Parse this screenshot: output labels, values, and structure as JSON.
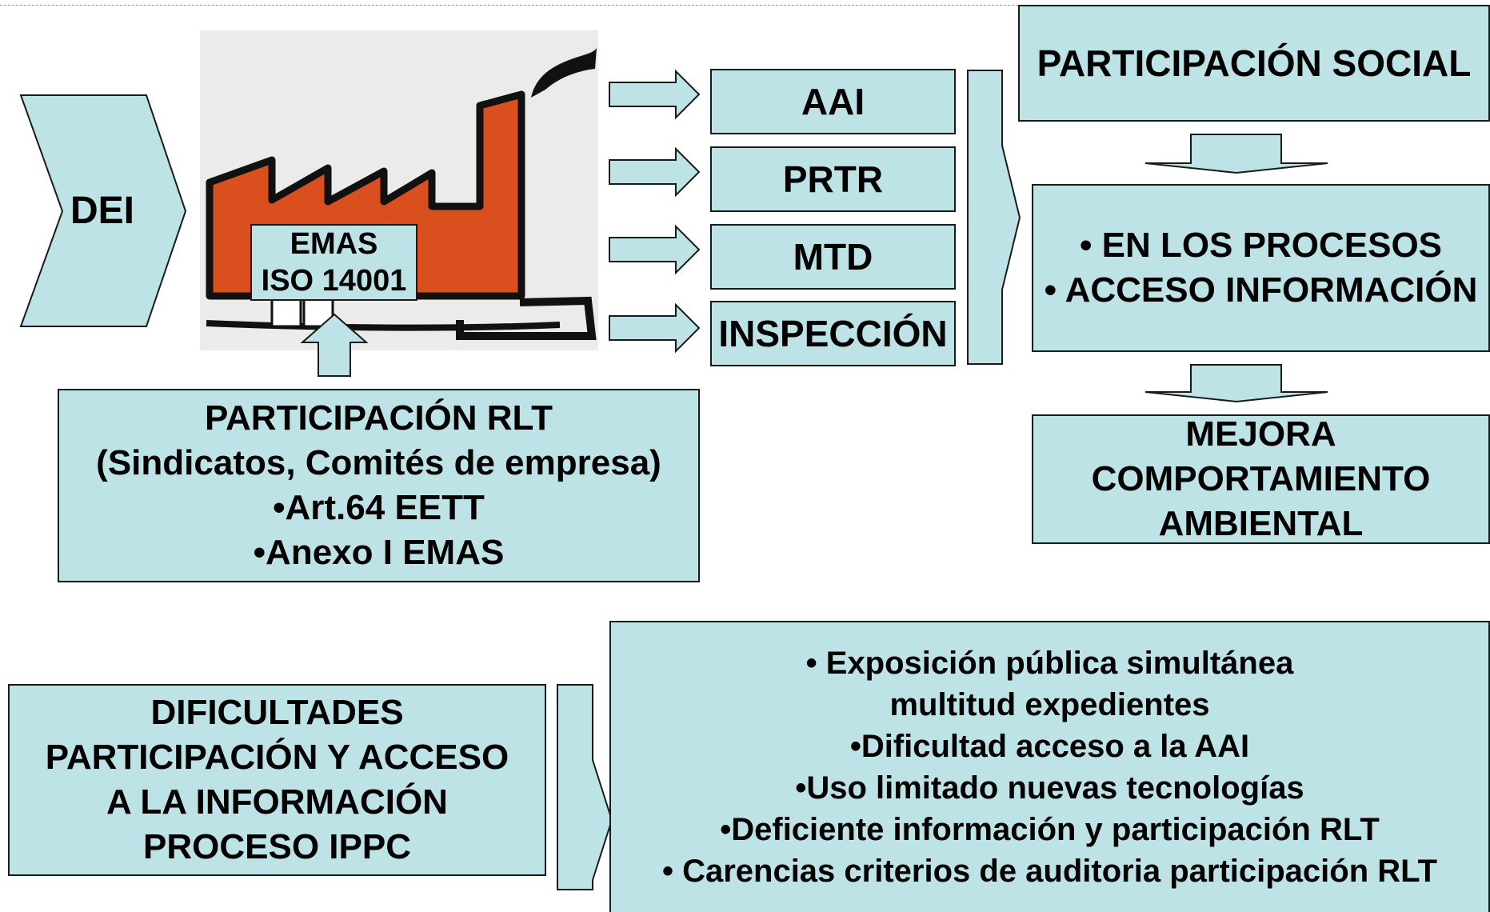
{
  "dei": "DEI",
  "factory": {
    "label_line1": "EMAS",
    "label_line2": "ISO 14001",
    "wall_color": "#d94f1e"
  },
  "instruments": [
    "AAI",
    "PRTR",
    "MTD",
    "INSPECCIÓN"
  ],
  "rlt": {
    "title": "PARTICIPACIÓN RLT",
    "subtitle": "(Sindicatos, Comités de empresa)",
    "item1": "•Art.64 EETT",
    "item2": "•Anexo I EMAS"
  },
  "social": {
    "title": "PARTICIPACIÓN SOCIAL",
    "item1": "• EN LOS PROCESOS",
    "item2": "• ACCESO INFORMACIÓN",
    "result_line1": "MEJORA",
    "result_line2": "COMPORTAMIENTO",
    "result_line3": "AMBIENTAL"
  },
  "difficulties": {
    "line1": "DIFICULTADES",
    "line2": "PARTICIPACIÓN Y ACCESO",
    "line3": "A LA INFORMACIÓN",
    "line4": "PROCESO IPPC"
  },
  "issues": {
    "line1": "• Exposición pública simultánea",
    "line2": "multitud expedientes",
    "line3": "•Dificultad acceso a la AAI",
    "line4": "•Uso limitado nuevas tecnologías",
    "line5": "•Deficiente información y participación RLT",
    "line6": "• Carencias criterios de auditoria participación RLT"
  },
  "colors": {
    "box_fill": "#bde3e6",
    "border": "#1a1a1a"
  }
}
